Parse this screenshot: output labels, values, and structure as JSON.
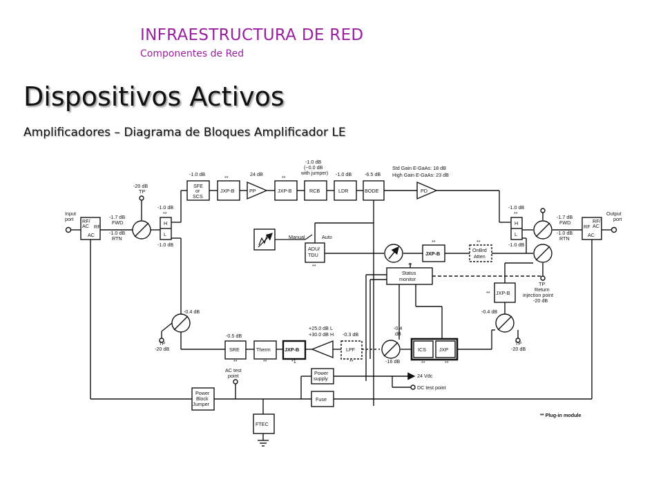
{
  "header": {
    "title": "INFRAESTRUCTURA DE RED",
    "subtitle": "Componentes de Red"
  },
  "slide": {
    "title": "Dispositivos Activos",
    "subtitle": "Amplificadores – Diagrama de Bloques Amplificador LE"
  },
  "diagram": {
    "ports": {
      "input": [
        "Input",
        "port"
      ],
      "output": [
        "Output",
        "port"
      ]
    },
    "rfac_in": [
      "RF/",
      "AC"
    ],
    "rf_in": "RF",
    "ac_in": "AC",
    "rfac_out": [
      "RF/",
      "AC"
    ],
    "rf_out": "RF",
    "ac_out": "AC",
    "gain_in": [
      "-1.7 dB",
      "FWD",
      "-1.0 dB",
      "RTN"
    ],
    "gain_out": [
      "-1.7 dB",
      "FWD",
      "-1.0 dB",
      "RTN"
    ],
    "tp_top": [
      "-20 dB",
      "TP"
    ],
    "h_in": [
      "-1.0 dB",
      "**",
      "H",
      "L",
      "-1.0 dB"
    ],
    "h_out": [
      "-1.0 dB",
      "**",
      "H",
      "L",
      "-1.0 dB"
    ],
    "blocks": {
      "sfe": [
        "SFE",
        "or",
        "SCS"
      ],
      "jxpb1": "JXP-B",
      "pp": "PP",
      "jxpb2": "JXP-B",
      "rcb": "RCB",
      "ldr": "LDR",
      "bode": "BODE",
      "pd": "PD",
      "adu": [
        "ADU/",
        "TDU"
      ],
      "jxpb3": "JXP-B",
      "onbrd": [
        "OnBrd",
        "Atten"
      ],
      "status": [
        "Status",
        "monitor"
      ],
      "jxpb4": "JXP-B",
      "sre": "SRE",
      "therm": "Therm",
      "jxpb5": "JXP-B",
      "lpf": "LPF",
      "ics": "ICS",
      "jxp": "JXP",
      "power_supply": [
        "Power",
        "supply"
      ],
      "fuse": "Fuse",
      "pbj": [
        "Power",
        "Block",
        "Jumper"
      ],
      "ftec": "FTEC"
    },
    "labels": {
      "sfe_db": "-1.0 dB",
      "pp_db": "24 dB",
      "rcb_db": [
        "-1.0 dB",
        "(~0.0 dB",
        "with jumper)"
      ],
      "ldr_db": "-1.0 dB",
      "bode_db": "-6.5 dB",
      "gain": [
        "Std Gain E-GaAs: 18 dB",
        "High Gain E-GaAs: 23 dB"
      ],
      "manual": "Manual",
      "auto": "Auto",
      "tp_ret": [
        "TP",
        "Return",
        "injection point",
        "-20 dB"
      ],
      "tp_left": [
        "-0.4 dB",
        "TP",
        "-20 dB"
      ],
      "tp_right": [
        "-0.4 dB",
        "TP",
        "-20 dB"
      ],
      "sre_db": "-0.5 dB",
      "lpf_db": "-0.3 dB",
      "amp_db": [
        "+25.0 dB L",
        "+30.0 dB H"
      ],
      "ics_db": [
        "-0.4",
        "dB",
        "-16 dB"
      ],
      "vdc": "24 Vdc",
      "dc_tp": "DC test point",
      "ac_tp": [
        "AC test",
        "point"
      ],
      "plugin": "** Plug-in module",
      "star": "**",
      "star1": "*1"
    }
  }
}
